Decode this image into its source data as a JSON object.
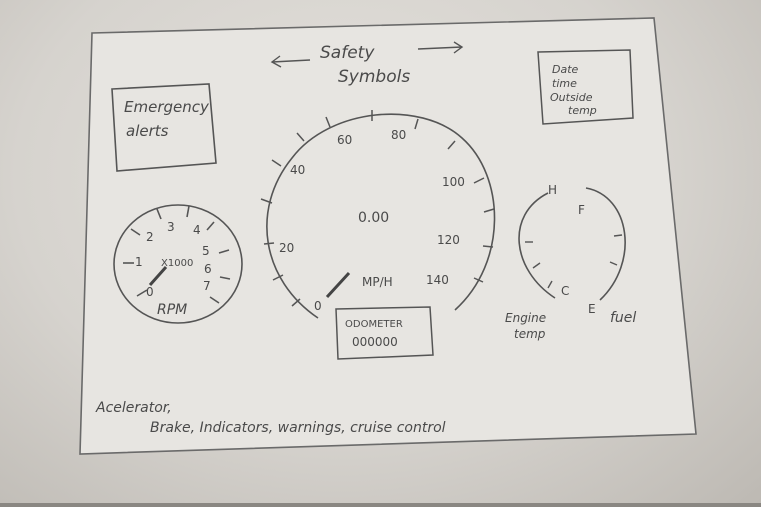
{
  "header": {
    "arrow_left": "←",
    "line1": "Safety",
    "line2": "Symbols",
    "arrow_right": "→"
  },
  "info_box": {
    "lines": [
      "Date",
      "time",
      "Outside",
      "temp"
    ]
  },
  "emergency_box": {
    "line1": "Emergency",
    "line2": "alerts"
  },
  "tachometer": {
    "ticks": [
      "0",
      "1",
      "2",
      "3",
      "4",
      "5",
      "6",
      "7"
    ],
    "multiplier": "X1000",
    "label": "RPM"
  },
  "speedometer": {
    "ticks": [
      "0",
      "20",
      "40",
      "60",
      "80",
      "100",
      "120",
      "140"
    ],
    "readout": "0.00",
    "unit": "MP/H"
  },
  "odometer": {
    "label": "ODOMETER",
    "value": "000000"
  },
  "gauges": {
    "h_label": "H",
    "c_label": "C",
    "e_label": "E",
    "f_label": "F",
    "engine_line1": "Engine",
    "engine_line2": "temp",
    "fuel_label": "fuel"
  },
  "footer": {
    "line1": "Acelerator,",
    "line2": "Brake, Indicators, warnings, cruise control"
  },
  "colors": {
    "ink": "#555555",
    "paper": "#e7e5e1"
  }
}
